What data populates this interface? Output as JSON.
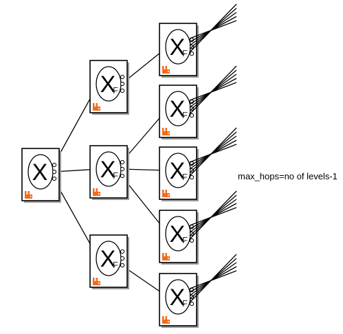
{
  "diagram": {
    "annotation": "max_hops=no of levels-1",
    "exchange_label": "X",
    "federation_label": "F",
    "colors": {
      "logo": "#f26b1d",
      "stroke": "#000000",
      "shadow": "#9a9a9a"
    },
    "icons": [
      "exchange-node-icon",
      "rabbitmq-logo-icon"
    ]
  }
}
